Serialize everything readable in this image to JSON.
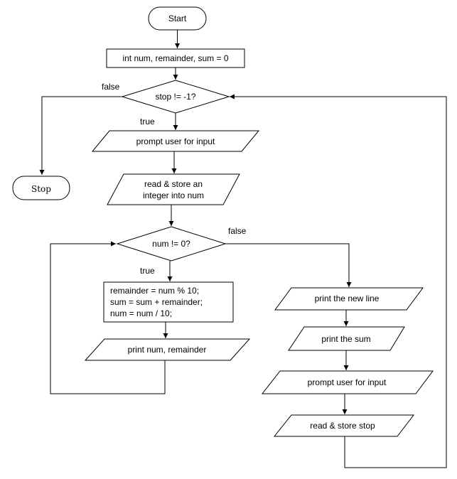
{
  "flowchart": {
    "start": "Start",
    "declare": "int num, remainder, sum = 0",
    "stop_check": "stop != -1?",
    "stop_false": "false",
    "stop_true": "true",
    "prompt_input_1": "prompt user for input",
    "stop_terminal": "Stop",
    "read_num_line1": "read & store an",
    "read_num_line2": "integer into num",
    "num_check": "num != 0?",
    "num_false": "false",
    "num_true": "true",
    "process_line1": "remainder = num % 10;",
    "process_line2": "sum = sum + remainder;",
    "process_line3": "num = num / 10;",
    "print_num": "print num, remainder",
    "print_newline": "print the new line",
    "print_sum": "print the sum",
    "prompt_input_2": "prompt user for input",
    "read_stop": "read & store stop"
  },
  "colors": {
    "stroke": "#000000",
    "fill": "#ffffff"
  }
}
